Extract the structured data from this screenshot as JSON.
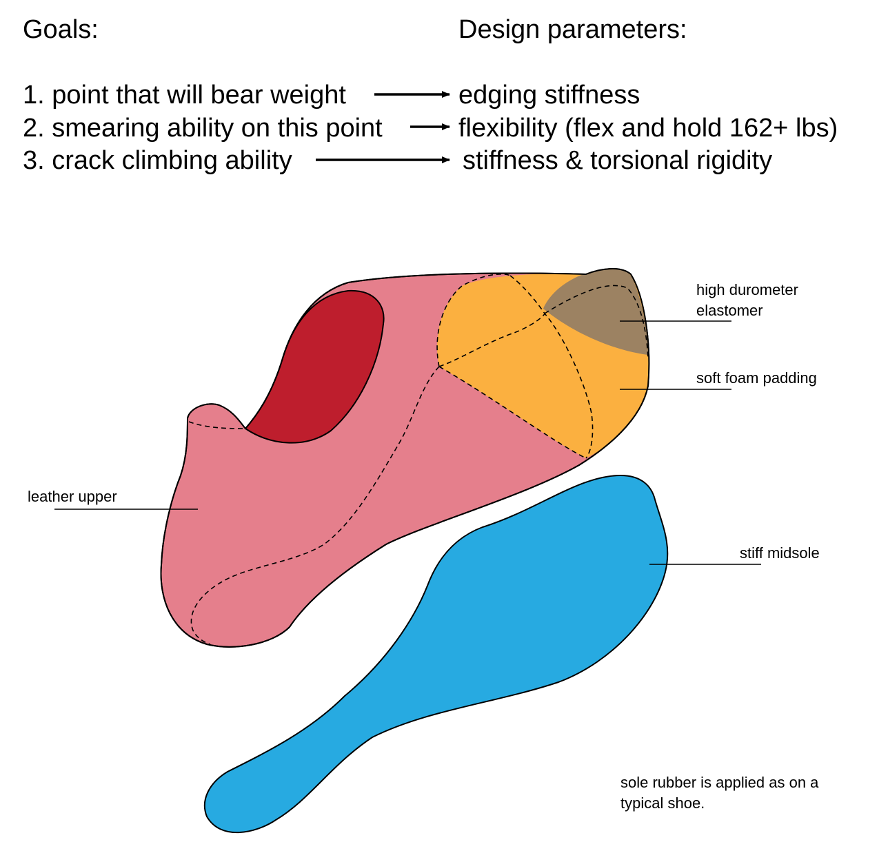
{
  "header": {
    "goals_title": "Goals:",
    "params_title": "Design parameters:",
    "rows": [
      {
        "goal": "1. point that will bear weight",
        "parameter": "edging stiffness"
      },
      {
        "goal": "2. smearing ability on this point",
        "parameter": "flexibility (flex and hold 162+ lbs)"
      },
      {
        "goal": "3. crack climbing ability",
        "parameter": "stiffness & torsional rigidity"
      }
    ]
  },
  "labels": {
    "elastomer_line1": "high durometer",
    "elastomer_line2": "elastomer",
    "foam": "soft foam padding",
    "upper": "leather upper",
    "midsole": "stiff midsole",
    "note_line1": "sole rubber is applied as on a",
    "note_line2": "typical shoe."
  },
  "colors": {
    "upper": "#e57f8c",
    "opening": "#be1e2d",
    "foam": "#fbb040",
    "elastomer": "#9c8262",
    "midsole": "#27aae1"
  }
}
